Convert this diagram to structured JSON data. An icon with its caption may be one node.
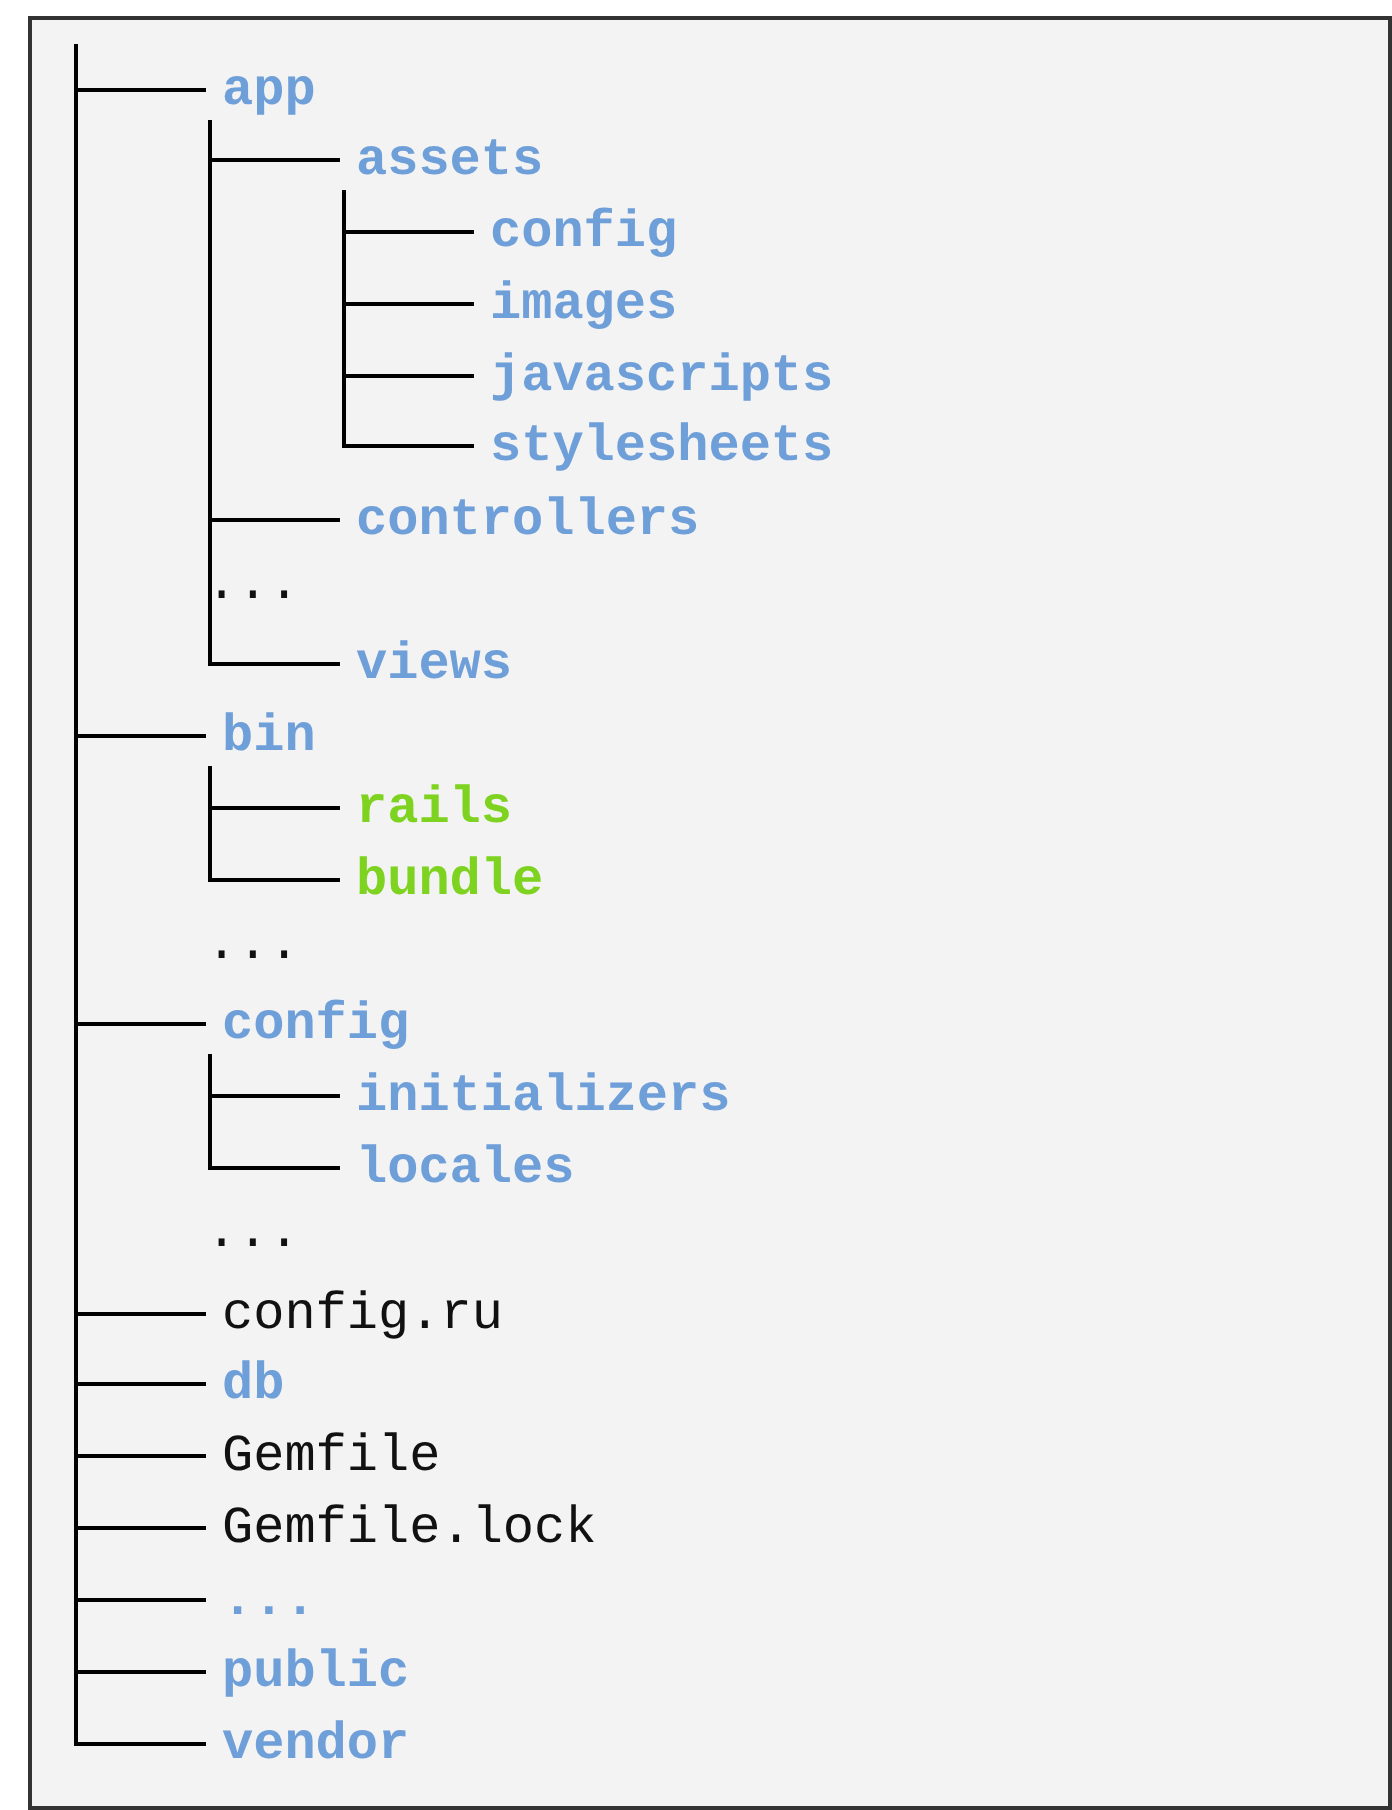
{
  "diagram": {
    "nodes": [
      {
        "text": [
          "app"
        ]
      },
      {
        "text": [
          "assets"
        ]
      },
      {
        "text": [
          "config"
        ]
      },
      {
        "text": [
          "images"
        ]
      },
      {
        "text": [
          "javascripts"
        ]
      },
      {
        "text": [
          "stylesheets"
        ]
      },
      {
        "text": [
          "controllers"
        ]
      },
      {
        "text": [
          "views"
        ]
      },
      {
        "text": [
          "bin"
        ]
      },
      {
        "text": [
          "rails"
        ]
      },
      {
        "text": [
          "bundle"
        ]
      },
      {
        "text": [
          "config"
        ]
      },
      {
        "text": [
          "initializers"
        ]
      },
      {
        "text": [
          "locales"
        ]
      },
      {
        "text": [
          "config.ru"
        ]
      },
      {
        "text": [
          "db"
        ]
      },
      {
        "text": [
          "Gemfile"
        ]
      },
      {
        "text": [
          "Gemfile.lock"
        ]
      },
      {
        "text": [
          "..."
        ]
      },
      {
        "text": [
          "public"
        ]
      },
      {
        "text": [
          "vendor"
        ]
      }
    ],
    "edges": [
      {
        "from": null,
        "to": 0,
        "arrow": "none"
      },
      {
        "from": 0,
        "to": 1,
        "arrow": "none"
      },
      {
        "from": 1,
        "to": 2,
        "arrow": "none"
      },
      {
        "from": 1,
        "to": 3,
        "arrow": "none"
      },
      {
        "from": 1,
        "to": 4,
        "arrow": "none"
      },
      {
        "from": 1,
        "to": 5,
        "arrow": "none"
      },
      {
        "from": 0,
        "to": 6,
        "arrow": "none"
      },
      {
        "from": 0,
        "to": 7,
        "arrow": "none"
      },
      {
        "from": null,
        "to": 8,
        "arrow": "none"
      },
      {
        "from": 8,
        "to": 9,
        "arrow": "none"
      },
      {
        "from": 8,
        "to": 10,
        "arrow": "none"
      },
      {
        "from": null,
        "to": 11,
        "arrow": "none"
      },
      {
        "from": 11,
        "to": 12,
        "arrow": "none"
      },
      {
        "from": 11,
        "to": 13,
        "arrow": "none"
      },
      {
        "from": null,
        "to": 14,
        "arrow": "none"
      },
      {
        "from": null,
        "to": 15,
        "arrow": "none"
      },
      {
        "from": null,
        "to": 16,
        "arrow": "none"
      },
      {
        "from": null,
        "to": 17,
        "arrow": "none"
      },
      {
        "from": null,
        "to": 18,
        "arrow": "none"
      },
      {
        "from": null,
        "to": 19,
        "arrow": "none"
      },
      {
        "from": null,
        "to": 20,
        "arrow": "none"
      }
    ],
    "labels": [
      "...",
      "...",
      "..."
    ]
  }
}
